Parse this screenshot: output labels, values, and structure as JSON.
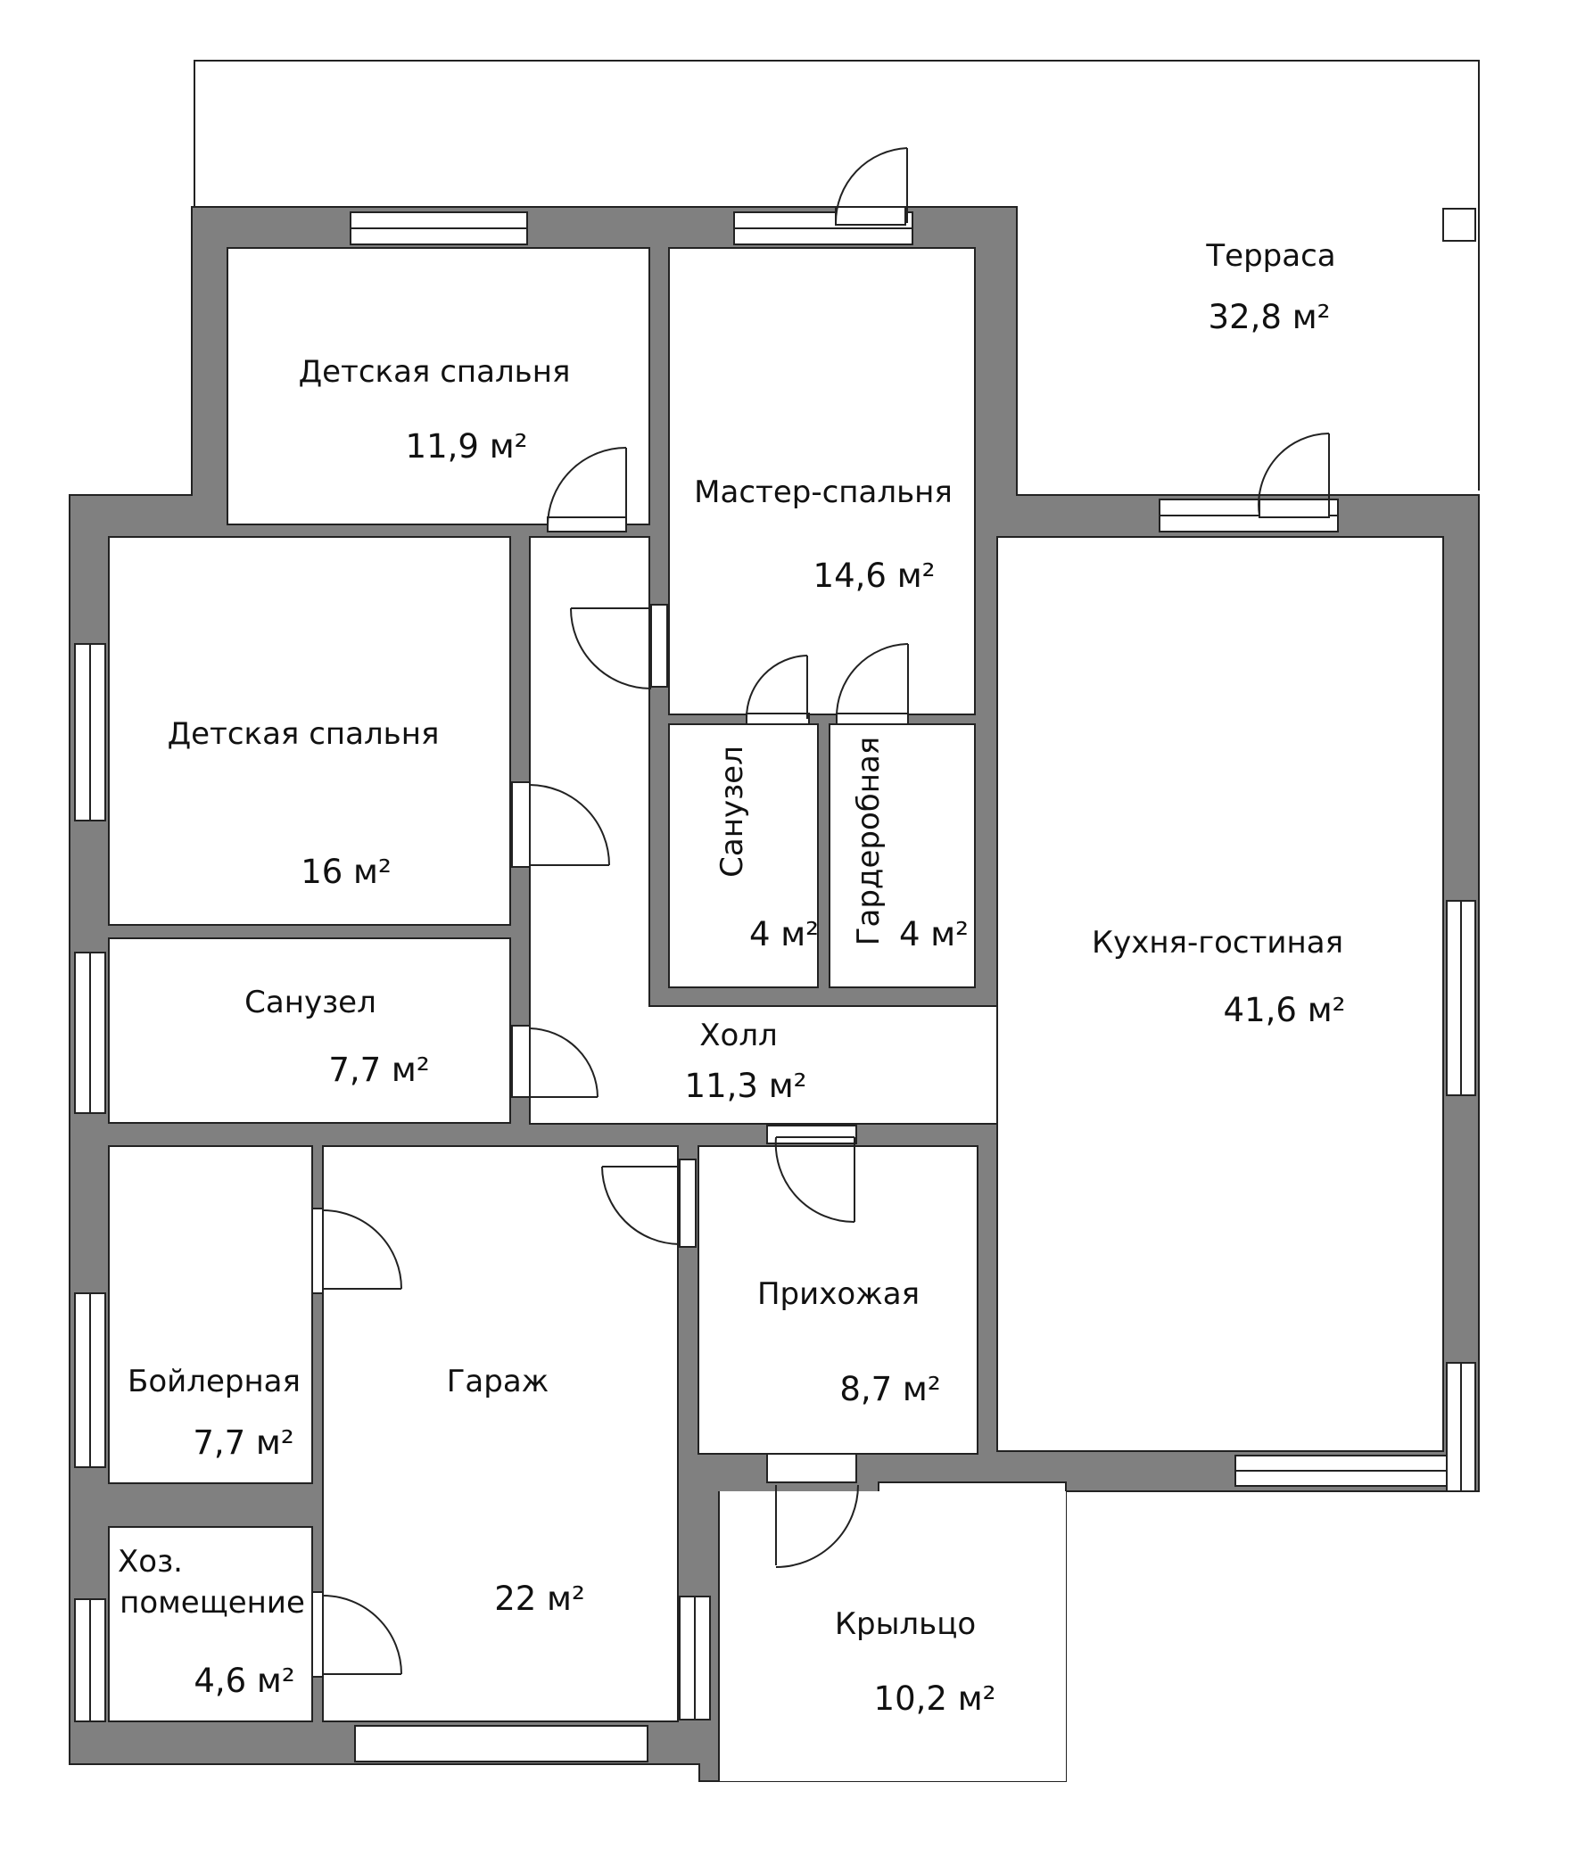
{
  "colors": {
    "wall": "#808080",
    "room": "#ffffff",
    "line": "#222222",
    "background": "#ffffff"
  },
  "rooms": {
    "terrace": {
      "name": "Терраса",
      "area": "32,8 м²"
    },
    "kids1": {
      "name": "Детская спальня",
      "area": "11,9 м²"
    },
    "master": {
      "name": "Мастер-спальня",
      "area": "14,6 м²"
    },
    "kids2": {
      "name": "Детская спальня",
      "area": "16 м²"
    },
    "bath_small": {
      "name": "Санузел",
      "area": "4 м²"
    },
    "wardrobe": {
      "name": "Гардеробная",
      "area": "4 м²"
    },
    "kitchen": {
      "name": "Кухня-гостиная",
      "area": "41,6 м²"
    },
    "bath": {
      "name": "Санузел",
      "area": "7,7 м²"
    },
    "hall": {
      "name": "Холл",
      "area": "11,3 м²"
    },
    "boiler": {
      "name": "Бойлерная",
      "area": "7,7 м²"
    },
    "garage": {
      "name": "Гараж",
      "area": "22 м²"
    },
    "entry": {
      "name": "Прихожая",
      "area": "8,7 м²"
    },
    "utility": {
      "name_line1": "Хоз.",
      "name_line2": "помещение",
      "area": "4,6 м²"
    },
    "porch": {
      "name": "Крыльцо",
      "area": "10,2 м²"
    }
  }
}
